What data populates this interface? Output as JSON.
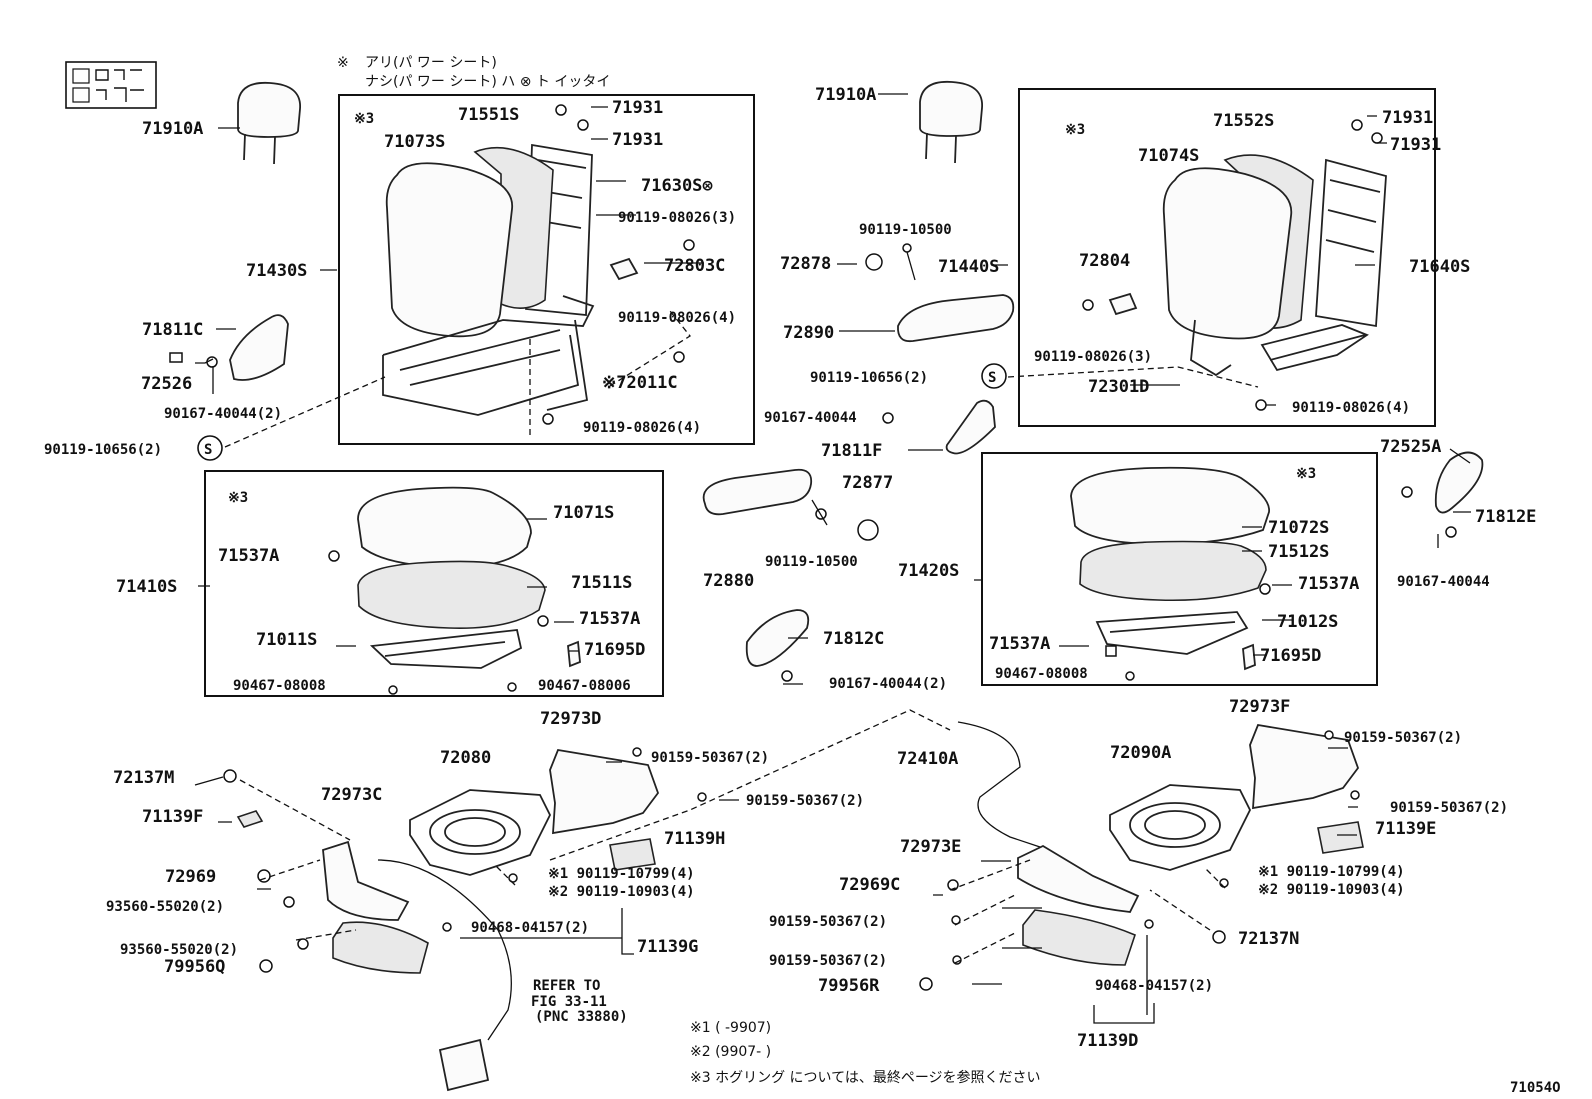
{
  "diagram_id": "71054O",
  "header_notes": {
    "mark": "※",
    "line1": "アリ(パ ワー シート)",
    "line2": "ナシ(パ ワー シート) ハ ⊗ ト イッタイ"
  },
  "footnotes": {
    "note1": "※1 (  -9907)",
    "note2": "※2 (9907-  )",
    "note3": "※3 ホグリング については、最終ページを参照ください"
  },
  "refer": {
    "line1": "REFER TO",
    "line2": "FIG 33-11",
    "line3": "(PNC 33880)"
  },
  "callouts": {
    "c71910A_l": "71910A",
    "c71910A_r": "71910A",
    "c71931_a": "71931",
    "c71931_b": "71931",
    "c71931_c": "71931",
    "c71931_d": "71931",
    "c71551S": "71551S",
    "c71552S": "71552S",
    "c71073S": "71073S",
    "c71074S": "71074S",
    "c71630S": "71630S⊗",
    "c71640S": "71640S",
    "c71430S": "71430S",
    "c71440S": "71440S",
    "c90119_08026_3a": "90119-08026(3)",
    "c90119_08026_3b": "90119-08026(3)",
    "c72803C": "72803C",
    "c72804": "72804",
    "c90119_08026_4a": "90119-08026(4)",
    "c90119_08026_4b": "90119-08026(4)",
    "c90119_08026_4c": "90119-08026(4)",
    "c72011C": "※72011C",
    "c71811C": "71811C",
    "c72526": "72526",
    "c90167_40044_2a": "90167-40044(2)",
    "c90119_10656_2a": "90119-10656(2)",
    "c90119_10656_2b": "90119-10656(2)",
    "c90119_10500a": "90119-10500",
    "c90119_10500b": "90119-10500",
    "c72878": "72878",
    "c72890": "72890",
    "c72301D": "72301D",
    "c90167_40044a": "90167-40044",
    "c90167_40044b": "90167-40044",
    "c71811F": "71811F",
    "c72525A": "72525A",
    "c71812E": "71812E",
    "c72877": "72877",
    "c72880": "72880",
    "c71071S": "71071S",
    "c71072S": "71072S",
    "c71511S": "71511S",
    "c71512S": "71512S",
    "c71410S": "71410S",
    "c71420S": "71420S",
    "c71537A_a": "71537A",
    "c71537A_b": "71537A",
    "c71537A_c": "71537A",
    "c71537A_d": "71537A",
    "c71011S": "71011S",
    "c71012S": "71012S",
    "c71695D_a": "71695D",
    "c71695D_b": "71695D",
    "c90467_08008a": "90467-08008",
    "c90467_08008b": "90467-08008",
    "c90467_08006": "90467-08006",
    "c71812C": "71812C",
    "c90167_40044_2b": "90167-40044(2)",
    "mark3a": "※3",
    "mark3b": "※3",
    "mark3c": "※3",
    "mark3d": "※3",
    "c72973D": "72973D",
    "c72973F": "72973F",
    "c72080": "72080",
    "c72090A": "72090A",
    "c90159_50367_2a": "90159-50367(2)",
    "c90159_50367_2b": "90159-50367(2)",
    "c90159_50367_2c": "90159-50367(2)",
    "c90159_50367_2d": "90159-50367(2)",
    "c90159_50367_2e": "90159-50367(2)",
    "c90159_50367_2f": "90159-50367(2)",
    "c72137M": "72137M",
    "c72137N": "72137N",
    "c71139F": "71139F",
    "c71139H": "71139H",
    "c71139E": "71139E",
    "c71139G": "71139G",
    "c71139D": "71139D",
    "c72973C": "72973C",
    "c72973E": "72973E",
    "c72410A": "72410A",
    "c72969": "72969",
    "c72969C": "72969C",
    "c90119_10799_4a": "※1 90119-10799(4)",
    "c90119_10903_4a": "※2 90119-10903(4)",
    "c90119_10799_4b": "※1 90119-10799(4)",
    "c90119_10903_4b": "※2 90119-10903(4)",
    "c93560_55020_2a": "93560-55020(2)",
    "c93560_55020_2b": "93560-55020(2)",
    "c90468_04157_2a": "90468-04157(2)",
    "c90468_04157_2b": "90468-04157(2)",
    "c79956Q": "79956Q",
    "c79956R": "79956R"
  }
}
